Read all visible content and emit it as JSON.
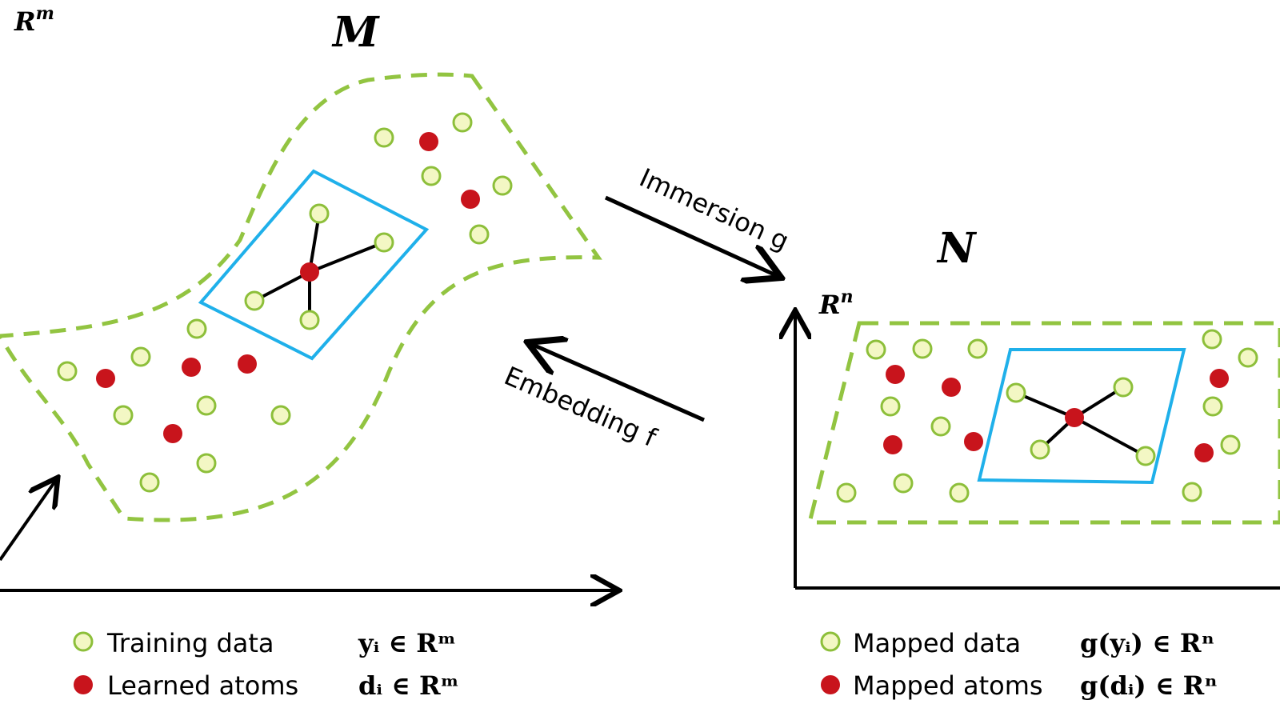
{
  "manifold_m": {
    "title": "M",
    "space_base": "R",
    "space_exp": "m"
  },
  "manifold_n": {
    "title": "N",
    "space_base": "R",
    "space_exp": "n"
  },
  "arrows": {
    "immersion": "Immersion g",
    "embedding": "Embedding f"
  },
  "legend_left": {
    "training_label": "Training data",
    "training_math": "yᵢ ∈ Rᵐ",
    "atoms_label": "Learned atoms",
    "atoms_math": "dᵢ ∈ Rᵐ"
  },
  "legend_right": {
    "mapped_data_label": "Mapped data",
    "mapped_data_math": "g(yᵢ) ∈ Rⁿ",
    "mapped_atoms_label": "Mapped atoms",
    "mapped_atoms_math": "g(dᵢ) ∈ Rⁿ"
  },
  "colors": {
    "training_fill": "#f3f7c4",
    "training_stroke": "#8dbf3a",
    "atom_fill": "#c8141c",
    "manifold_dash": "#92c441",
    "patch": "#1fb0ea",
    "axis": "#000000"
  }
}
